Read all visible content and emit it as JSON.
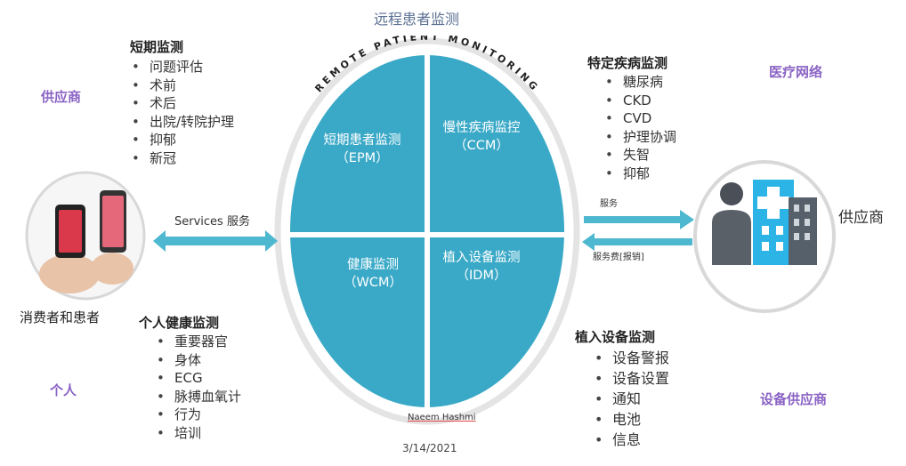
{
  "title": "远程患者监测",
  "arc_text": "REMOTE PATIENT MONITORING",
  "quadrants": [
    {
      "name": "短期患者监测",
      "abbr": "（EPM）"
    },
    {
      "name": "慢性疾病监控",
      "abbr": "（CCM）"
    },
    {
      "name": "健康监测",
      "abbr": "（WCM）"
    },
    {
      "name": "植入设备监测",
      "abbr": "（IDM）"
    }
  ],
  "short_term": {
    "heading": "短期监测",
    "items": [
      "问题评估",
      "术前",
      "术后",
      "出院/转院护理",
      "抑郁",
      "新冠"
    ]
  },
  "chronic": {
    "heading": "特定疾病监测",
    "items": [
      "糖尿病",
      "CKD",
      "CVD",
      "护理协调",
      "失智",
      "抑郁"
    ]
  },
  "personal": {
    "heading": "个人健康监测",
    "items": [
      "重要器官",
      "身体",
      "ECG",
      "脉搏血氧计",
      "行为",
      "培训"
    ]
  },
  "implant": {
    "heading": "植入设备监测",
    "items": [
      "设备警报",
      "设备设置",
      "通知",
      "电池",
      "信息"
    ]
  },
  "labels": {
    "supplier_left": "供应商",
    "individual": "个人",
    "medical_network": "医疗网络",
    "device_supplier": "设备供应商",
    "consumers": "消费者和患者",
    "supplier_right": "供应商",
    "services": "Services 服务",
    "service": "服务",
    "service_fee": "服务费[报销]",
    "author": "Naeem Hashmi",
    "date": "3/14/2021"
  },
  "colors": {
    "quadrant": "#3aa9c7",
    "ring": "#e4e4e4",
    "arrow": "#4db8cf",
    "purple": "#8a63c4"
  }
}
